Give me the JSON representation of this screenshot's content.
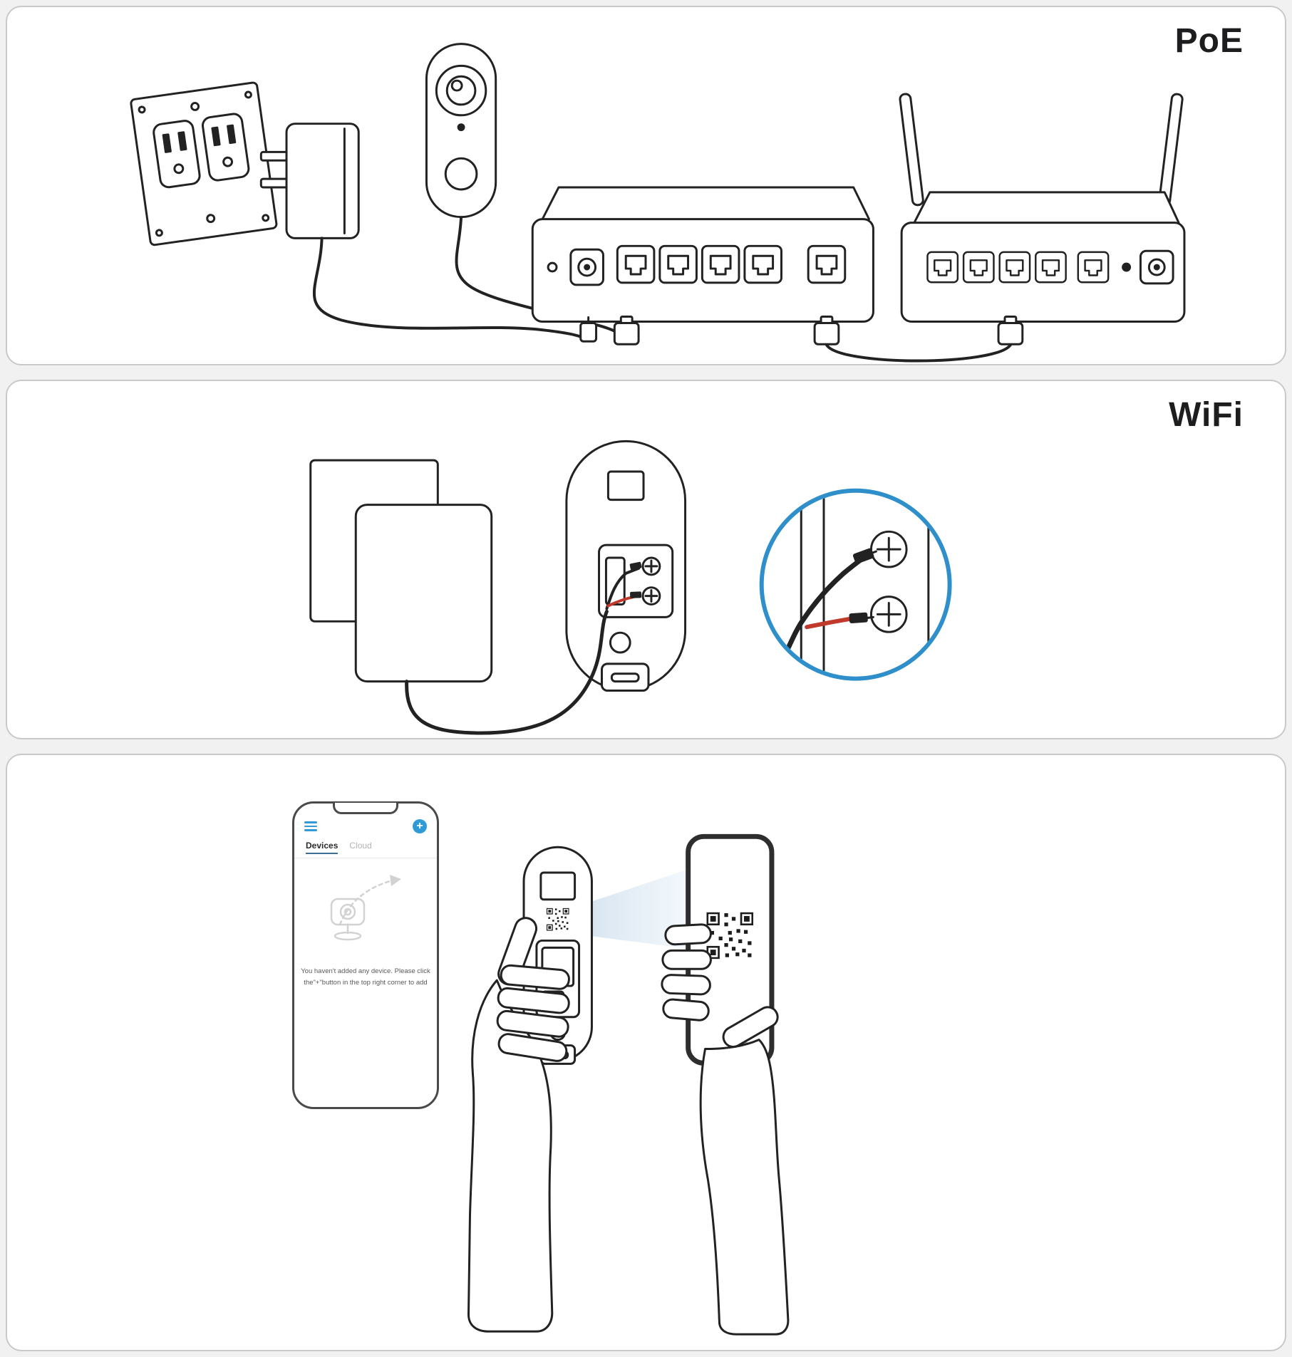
{
  "panels": {
    "poe": {
      "title": "PoE"
    },
    "wifi": {
      "title": "WiFi"
    },
    "app_setup": {
      "phone_app": {
        "add_button": "+",
        "tabs": {
          "devices": "Devices",
          "cloud": "Cloud"
        },
        "empty_message": {
          "line1": "You haven't added any device. Please click",
          "line2": "the\"+\"button in the top right corner to add"
        }
      }
    }
  },
  "colors": {
    "background": "#f1f1f2",
    "panel_background": "#ffffff",
    "panel_border": "#c9c9c9",
    "line_art": "#222222",
    "accent_blue": "#2e9bd6",
    "zoom_ring_blue": "#2e8fca",
    "wire_red": "#c0392b",
    "scan_beam_blue": "#ccdcec",
    "title_text": "#1d1d1f"
  }
}
